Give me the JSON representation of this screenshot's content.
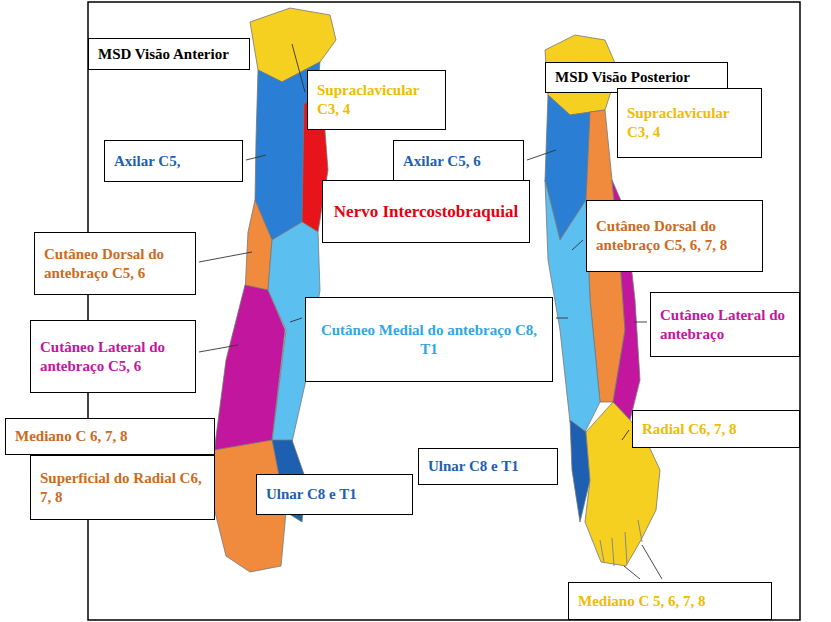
{
  "diagram": {
    "nodes": [
      {
        "text": [
          "MSD Visão Anterior"
        ]
      },
      {
        "text": [
          "MSD Visão Posterior"
        ]
      },
      {
        "text": [
          "Supraclavicular C3, 4"
        ]
      },
      {
        "text": [
          "Axilar C5,"
        ]
      },
      {
        "text": [
          "Axilar C5, 6"
        ]
      },
      {
        "text": [
          "Nervo Intercostobraquial"
        ]
      },
      {
        "text": [
          "Supraclavicular C3, 4"
        ]
      },
      {
        "text": [
          "Cutâneo Dorsal do antebraço C5, 6"
        ]
      },
      {
        "text": [
          "Cutâneo Dorsal do antebraço C5, 6, 7, 8"
        ]
      },
      {
        "text": [
          "Cutâneo Medial do antebraço C8, T1"
        ]
      },
      {
        "text": [
          "Cutâneo Lateral do antebraço C5, 6"
        ]
      },
      {
        "text": [
          "Cutâneo Lateral do antebraço"
        ]
      },
      {
        "text": [
          "Radial C6, 7, 8"
        ]
      },
      {
        "text": [
          "Mediano C 6, 7, 8"
        ]
      },
      {
        "text": [
          "Ulnar C8 e T1"
        ]
      },
      {
        "text": [
          "Superficial do Radial C6, 7, 8"
        ]
      },
      {
        "text": [
          "Ulnar C8 e T1"
        ]
      },
      {
        "text": [
          "Mediano C 5, 6, 7, 8"
        ]
      }
    ]
  }
}
